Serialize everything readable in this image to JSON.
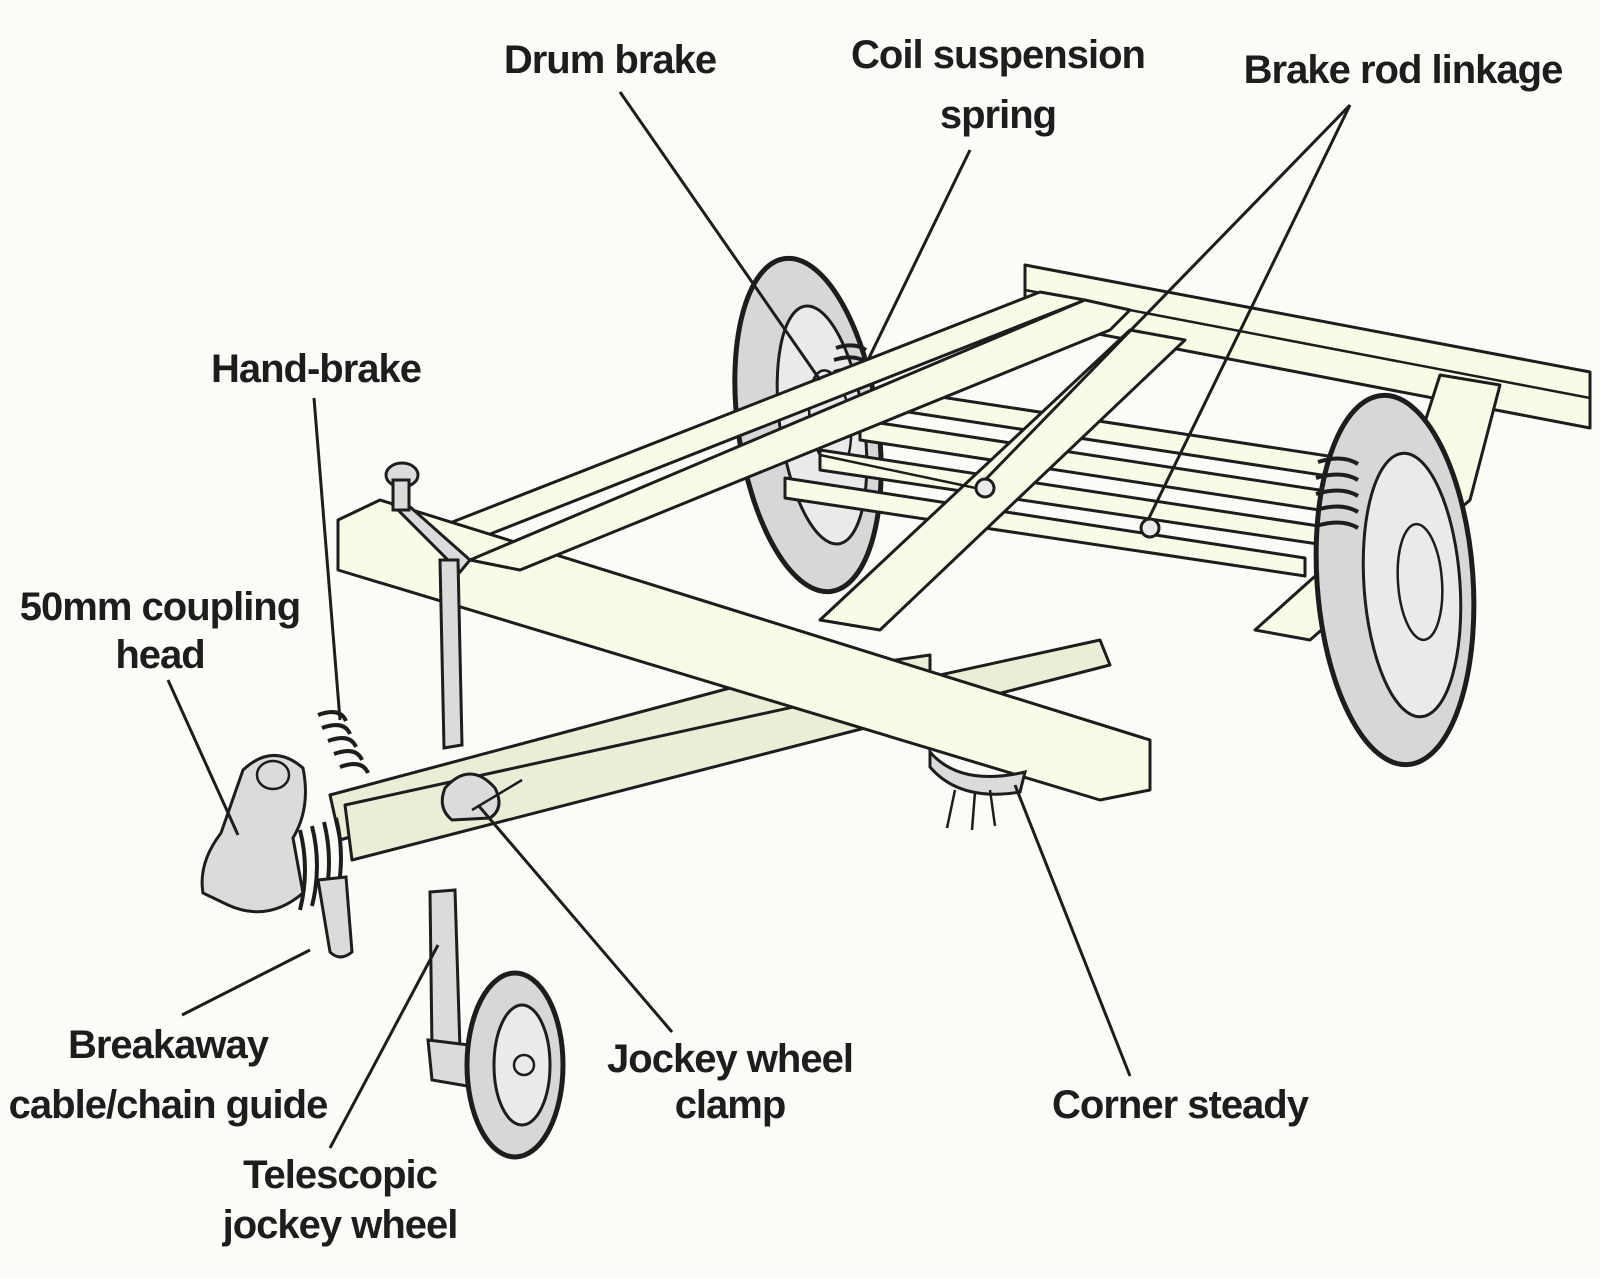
{
  "diagram": {
    "labels": {
      "drum_brake": [
        "Drum brake"
      ],
      "coil_spring": [
        "Coil suspension",
        "spring"
      ],
      "brake_rod": [
        "Brake rod linkage"
      ],
      "hand_brake": [
        "Hand-brake"
      ],
      "coupling_head": [
        "50mm coupling",
        "head"
      ],
      "breakaway_guide": [
        "Breakaway",
        "cable/chain guide"
      ],
      "telescopic_jockey": [
        "Telescopic",
        "jockey wheel"
      ],
      "jockey_clamp": [
        "Jockey wheel",
        "clamp"
      ],
      "corner_steady": [
        "Corner steady"
      ]
    }
  }
}
